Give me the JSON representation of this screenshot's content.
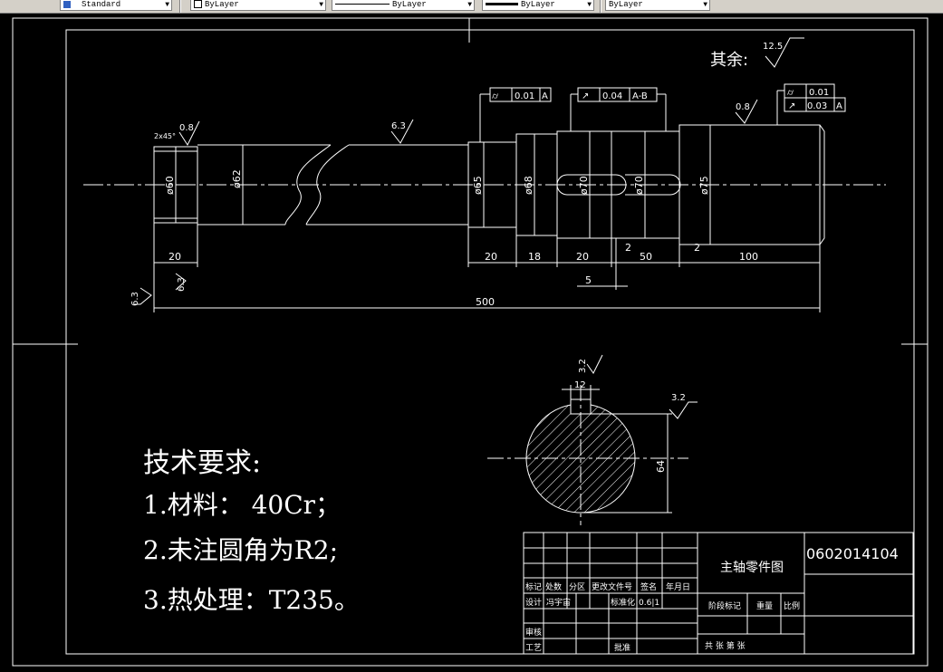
{
  "toolbar": {
    "text_style": "Standard",
    "layer": "ByLayer",
    "linetype": "ByLayer",
    "lineweight": "ByLayer",
    "plot_style": "ByLayer"
  },
  "drawing": {
    "general_finish_label": "其余:",
    "general_finish_value": "12.5",
    "dims": {
      "d60": "ø60",
      "d62": "ø62",
      "d65": "ø65",
      "d68": "ø68",
      "d70a": "ø70",
      "d70b": "ø70",
      "d75": "ø75",
      "chamfer": "2x45°",
      "len20a": "20",
      "len20b": "20",
      "len18": "18",
      "len20c": "20",
      "len2a": "2",
      "len50": "50",
      "len2b": "2",
      "len100": "100",
      "len5": "5",
      "len500": "500",
      "key_width": "12",
      "key_depth": "64"
    },
    "roughness": {
      "r1": "0.8",
      "r2": "6.3",
      "r3": "0.8",
      "r4": "6.3",
      "r5": "6.3",
      "r6": "3.2",
      "r7": "3.2"
    },
    "tolerances": {
      "t1_value": "0.01",
      "t1_datum": "A",
      "t2_value": "0.04",
      "t2_datum": "A-B",
      "t3_value": "0.01",
      "t4_value": "0.03",
      "t4_datum": "A"
    }
  },
  "tech_requirements": {
    "title": "技术要求:",
    "line1": "1.材料：  40Cr；",
    "line2": "2.未注圆角为R2;",
    "line3": "3.热处理：T235。"
  },
  "title_block": {
    "part_name": "主轴零件图",
    "drawing_number": "0602014104",
    "row_labels": [
      "标记",
      "处数",
      "分区",
      "更改文件号",
      "签名",
      "年月日"
    ],
    "designer_label": "设计",
    "designer_name": "冯宇宙",
    "standard_label": "标准化",
    "standard_value": "0.6|1",
    "stage_label": "阶段标记",
    "weight_label": "重量",
    "scale_label": "比例",
    "review_label": "审核",
    "process_label": "工艺",
    "approve_label": "批准",
    "sheets_label": "共    张  第    张"
  }
}
